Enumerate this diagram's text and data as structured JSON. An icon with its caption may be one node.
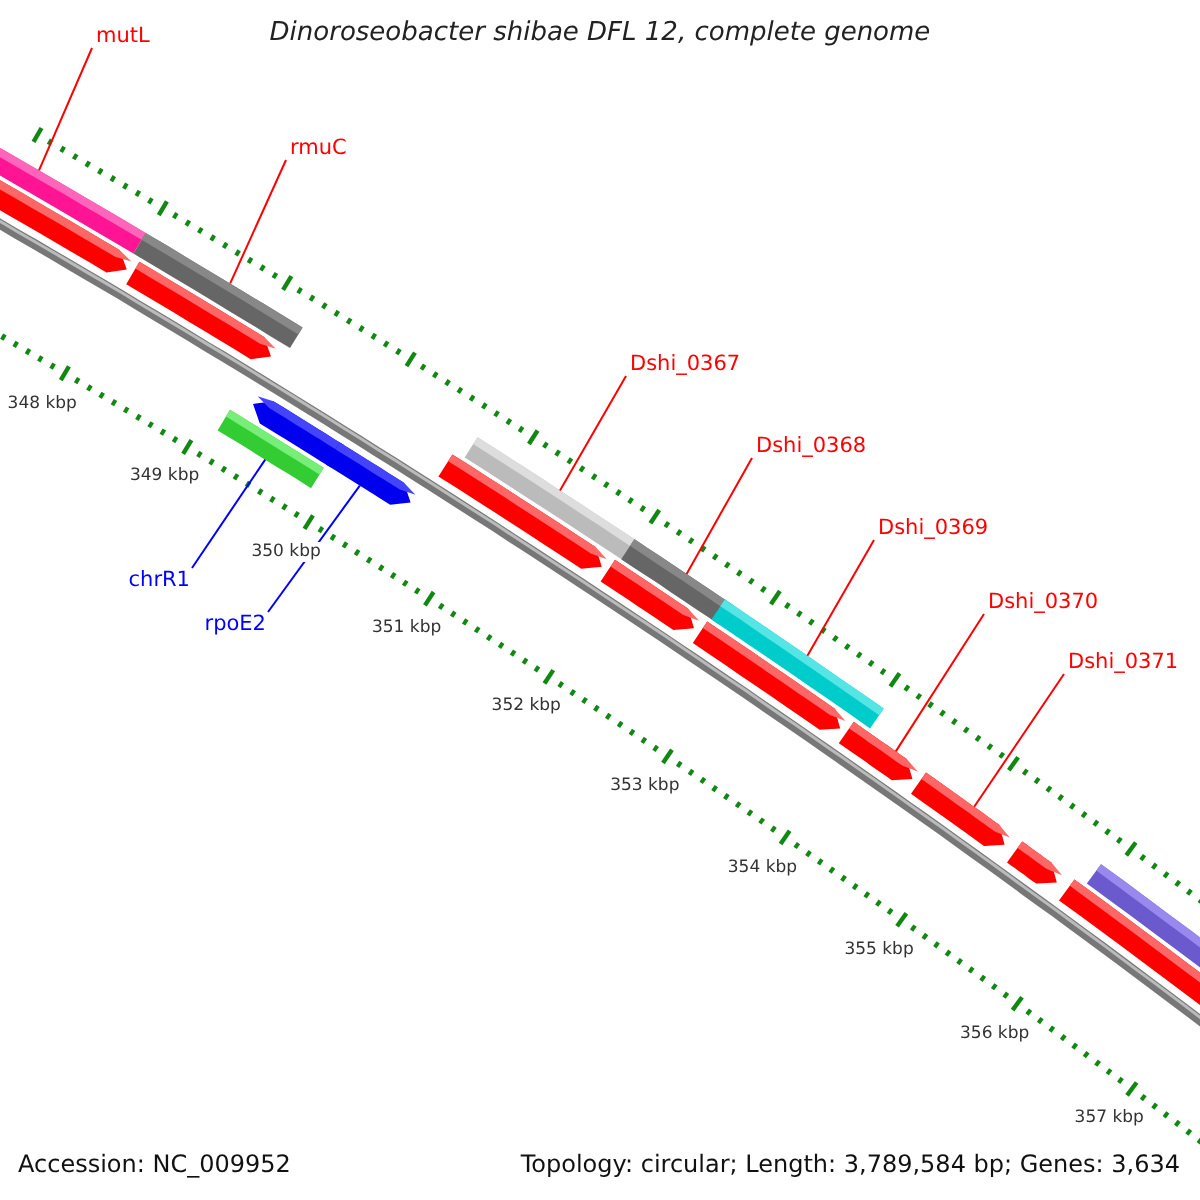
{
  "diagram": {
    "title": "Dinoroseobacter shibae DFL 12, complete genome",
    "nodes": [
      {
        "text": [
          "mutL"
        ]
      },
      {
        "text": [
          "rmuC"
        ]
      },
      {
        "text": [
          "chrR1"
        ]
      },
      {
        "text": [
          "rpoE2"
        ]
      },
      {
        "text": [
          "Dshi_0367"
        ]
      },
      {
        "text": [
          "Dshi_0368"
        ]
      },
      {
        "text": [
          "Dshi_0369"
        ]
      },
      {
        "text": [
          "Dshi_0370"
        ]
      },
      {
        "text": [
          "Dshi_0371"
        ]
      },
      {
        "text": [],
        "shape": "bar"
      },
      {
        "text": [],
        "shape": "bar"
      },
      {
        "text": [],
        "shape": "bar"
      },
      {
        "text": [],
        "shape": "bar"
      },
      {
        "text": [],
        "shape": "bar"
      },
      {
        "text": [],
        "shape": "bar"
      },
      {
        "text": [],
        "shape": "bar"
      },
      {
        "text": [],
        "shape": "bar"
      },
      {
        "text": [],
        "shape": "bar"
      },
      {
        "text": [],
        "shape": "bar"
      },
      {
        "text": [],
        "shape": "bar"
      },
      {
        "text": [],
        "shape": "bar"
      },
      {
        "text": [],
        "shape": "bar"
      },
      {
        "text": [],
        "shape": "bar"
      },
      {
        "text": [],
        "shape": "bar"
      },
      {
        "text": [],
        "shape": "bar"
      },
      {
        "text": [],
        "shape": "bar"
      },
      {
        "text": [],
        "shape": "bar"
      }
    ],
    "edges": [
      {
        "from": 0,
        "to": 9,
        "arrow": "none"
      },
      {
        "from": 1,
        "to": 12,
        "arrow": "none"
      },
      {
        "from": 2,
        "to": 13,
        "arrow": "none",
        "color": "#0000ff"
      },
      {
        "from": 3,
        "to": 15,
        "arrow": "none",
        "color": "#0000ff"
      },
      {
        "from": 4,
        "to": 17,
        "arrow": "none"
      },
      {
        "from": 5,
        "to": 19,
        "arrow": "none"
      },
      {
        "from": 6,
        "to": 21,
        "arrow": "none"
      },
      {
        "from": 7,
        "to": 22,
        "arrow": "none"
      },
      {
        "from": 8,
        "to": 23,
        "arrow": "none"
      }
    ],
    "labels": [
      "348 kbp",
      "349 kbp",
      "350 kbp",
      "351 kbp",
      "352 kbp",
      "353 kbp",
      "354 kbp",
      "355 kbp",
      "356 kbp",
      "357 kbp",
      "Accession: NC_009952",
      "Topology: circular; Length: 3,789,584 bp; Genes: 3,634"
    ]
  }
}
